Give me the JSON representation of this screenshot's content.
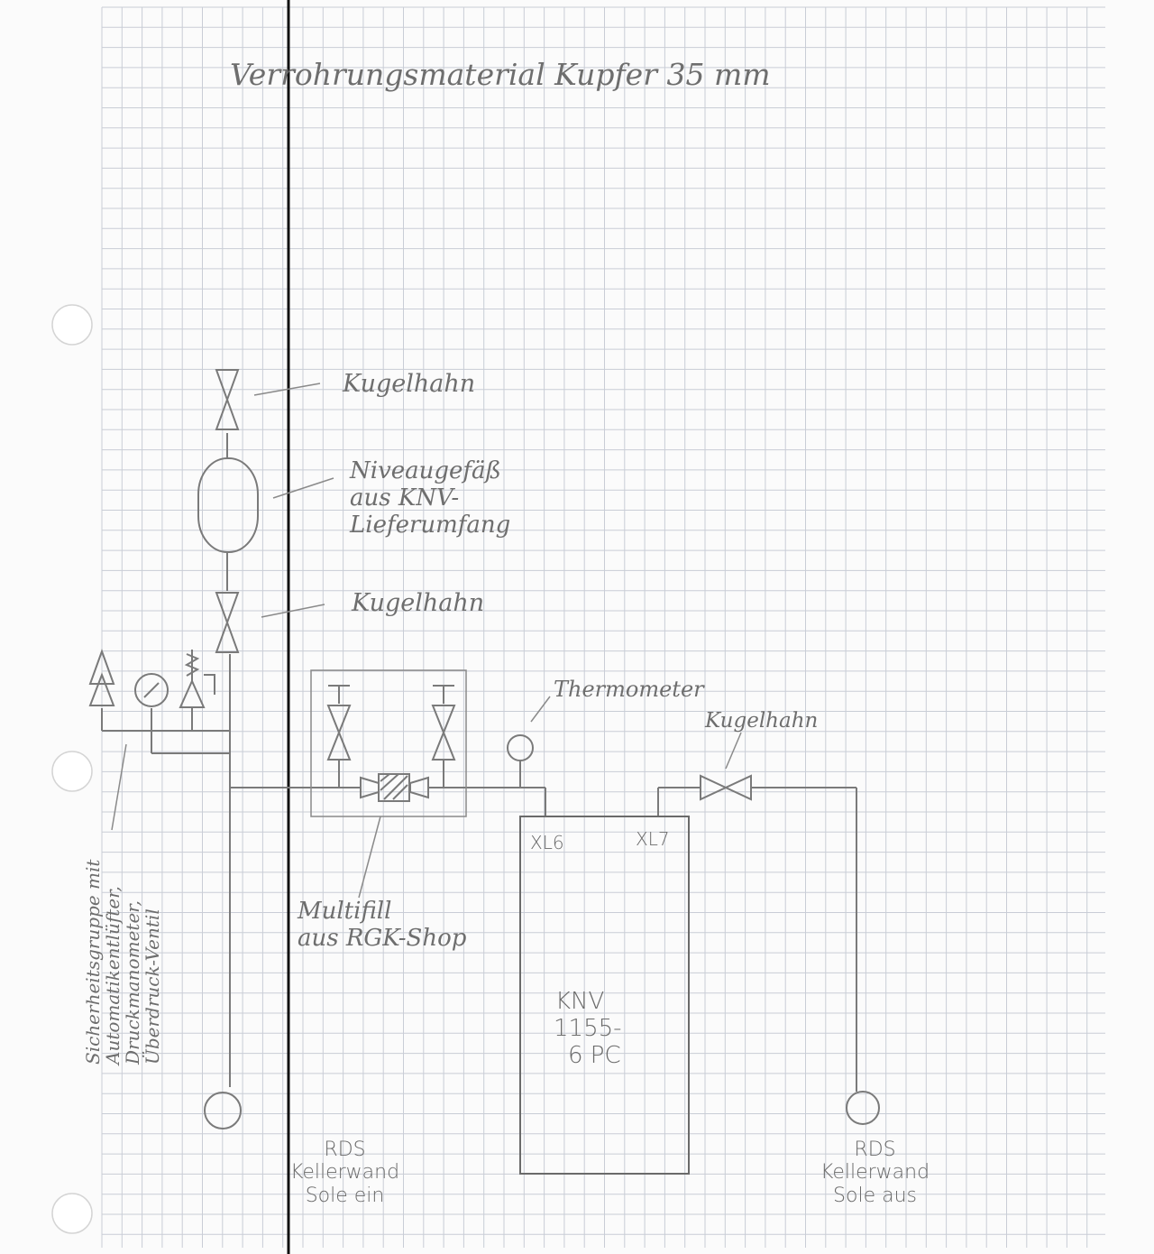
{
  "title": "Verrohrungsmaterial  Kupfer  35 mm",
  "labels": {
    "kugelhahn_top": "Kugelhahn",
    "niveaugefaess": [
      "Niveaugefäß",
      "aus KNV-",
      "Lieferumfang"
    ],
    "kugelhahn_middle": "Kugelhahn",
    "thermometer": "Thermometer",
    "kugelhahn_right": "Kugelhahn",
    "xl6": "XL6",
    "xl7": "XL7",
    "multifill": [
      "Multifill",
      "aus RGK-Shop"
    ],
    "knv": [
      "KNV",
      "1155-",
      "6 PC"
    ],
    "rds_left": [
      "RDS",
      "Kellerwand",
      "Sole ein"
    ],
    "rds_right": [
      "RDS",
      "Kellerwand",
      "Sole aus"
    ],
    "sicherheitsgruppe": [
      "Sicherheitsgruppe mit",
      "Automatikentlüfter,",
      "Druckmanometer,",
      "Überdruck-Ventil"
    ]
  },
  "colors": {
    "paper": "#fbfbfb",
    "grid": "#c9cdd6",
    "pencil": "#7a7a7a",
    "margin_line": "#111111",
    "text": "#6e6e6e"
  },
  "icons": [
    "ball-valve-icon",
    "expansion-vessel-icon",
    "thermometer-icon",
    "pressure-gauge-icon",
    "air-vent-icon",
    "safety-valve-icon",
    "filter-icon",
    "punch-hole-icon"
  ]
}
